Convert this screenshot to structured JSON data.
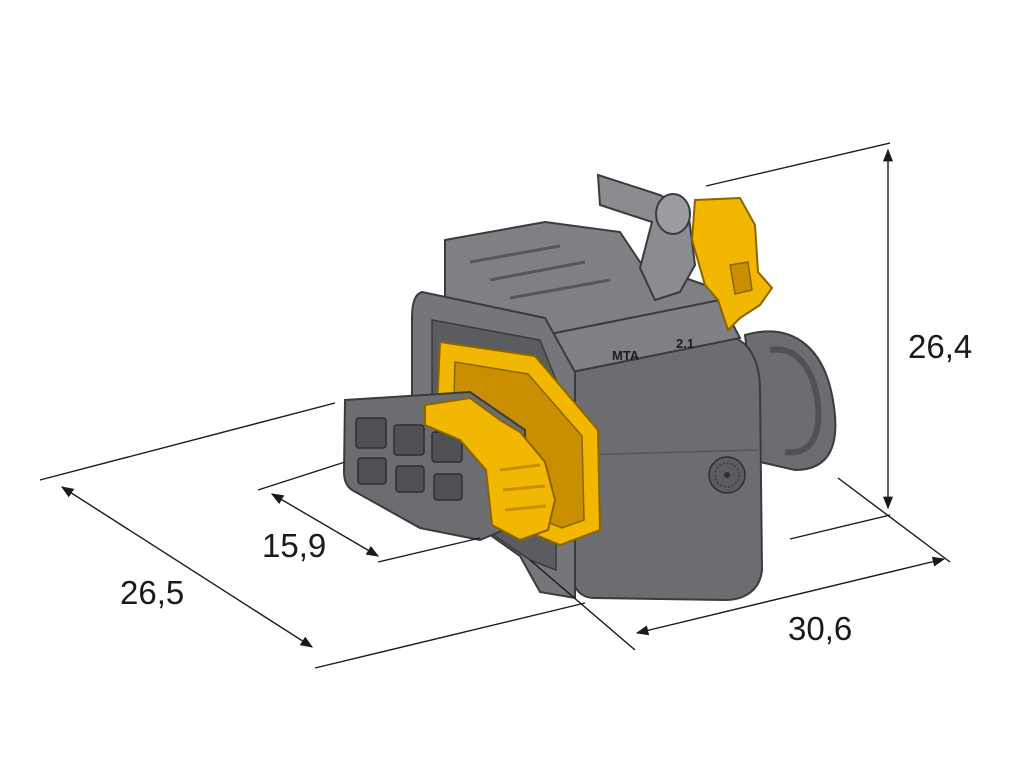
{
  "dimensions": {
    "height": "26,4",
    "depth": "26,5",
    "width": "30,6",
    "inner_width": "15,9"
  },
  "markings": {
    "brand": "MTA",
    "code": "2.1"
  },
  "colors": {
    "housing": "#6b6d70",
    "housing_dark": "#4f5154",
    "housing_light": "#8a8c8f",
    "latch": "#f2b700",
    "latch_dark": "#c98f00",
    "dimension_line": "#1a1a1a"
  }
}
